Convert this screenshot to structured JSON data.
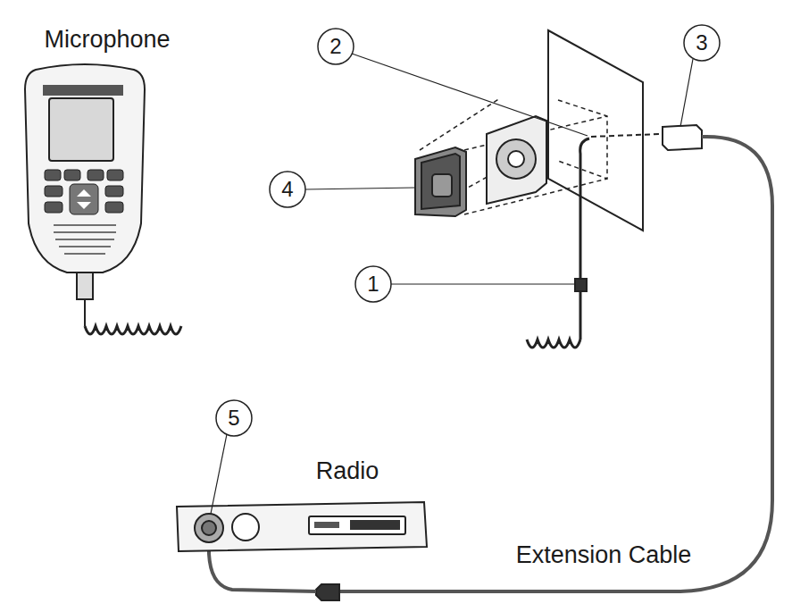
{
  "diagram": {
    "labels": [
      "Microphone",
      "2",
      "3",
      "4",
      "1",
      "5",
      "Radio",
      "Extension Cable"
    ]
  }
}
